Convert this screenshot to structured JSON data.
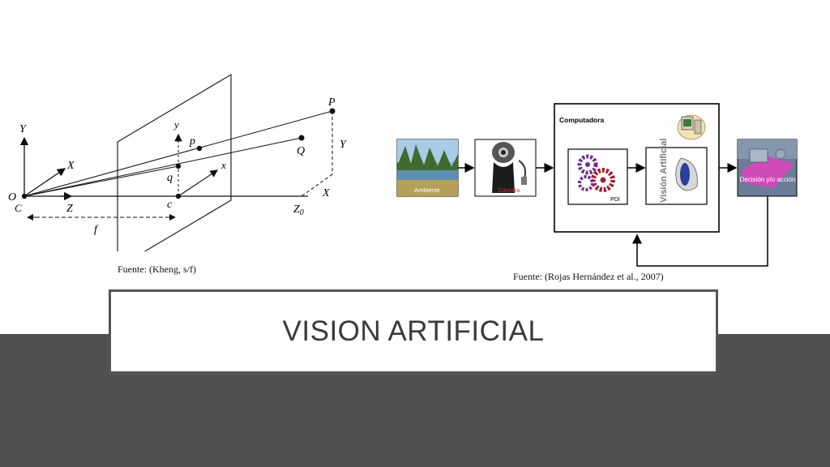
{
  "slide": {
    "title": "VISION ARTIFICIAL",
    "colors": {
      "band": "#505050",
      "frame": "#555555"
    }
  },
  "pinhole_diagram": {
    "source": "Fuente: (Kheng, s/f)",
    "labels": {
      "Y_axis": "Y",
      "X_axis": "X",
      "O": "O",
      "C": "C",
      "Z": "Z",
      "f": "f",
      "y_img": "y",
      "p": "p",
      "q": "q",
      "x_img": "x",
      "c": "c",
      "P": "P",
      "Q": "Q",
      "Y_world": "Y",
      "X_world": "X",
      "Z0": "Z"
    },
    "z0_subscript": "0"
  },
  "pipeline_diagram": {
    "source": "Fuente: (Rojas Hernández et al., 2007)",
    "computer_label": "Computadora",
    "blocks": {
      "environment": "Ambiente",
      "camera": "Cámara",
      "pdi": "PDI",
      "vision": "Visión Artificial",
      "decision": "Decisión y/o acción"
    },
    "icons": [
      "landscape-photo",
      "webcam-icon",
      "gears-icon",
      "eye-icon",
      "computer-icon",
      "robot-scene"
    ]
  }
}
